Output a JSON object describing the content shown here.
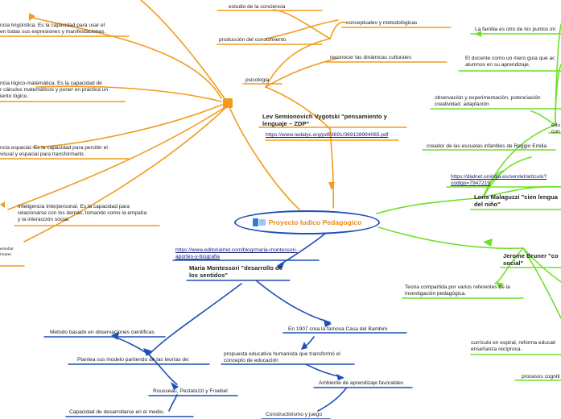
{
  "center": {
    "title": "Proyecto ludico Pedagogico",
    "icon": "document-icon"
  },
  "colors": {
    "orange": "#f29b1c",
    "blue": "#1f4fb8",
    "green": "#6fe02a"
  },
  "left": {
    "linguistica": "ncia lingüística. Es la capacidad para usar el\n en todas sus expresiones y manifestaciones.",
    "logico": "ncia lógico-matemática. Es la capacidad de\nr cálculos matemáticos y poner en práctica un\niento lógico.",
    "espacial": "ncia espacial. Es la capacidad para percibir el\n visual y espacial para transformarlo.",
    "interpersonal": "Inteligencia Interpersonal. Es la capacidad para\nrelacionarse con los demás, tomando como la empatía\ny la interacción social.",
    "estudiar": "estudiar\nimales"
  },
  "vygotsky": {
    "estudio": "estudio de la conciencia",
    "conceptuales": "conceptuales y metodológicas",
    "produccion": "producción del conocimiento",
    "dinamicas": "reconocer las dinámicas culturales",
    "psicologia": "psicologia",
    "title": "Lev Semionovich Vygotski \"pensamiento y\nlenguaje – ZDP\"",
    "link": "https://www.redalyc.org/pdf/3691/369138994065.pdf"
  },
  "montessori": {
    "link": "https://www.editorialmd.com/blog/maria-montessori-\naportes-y-biografia",
    "title": "Maria Montessori \"desarrollo de\nlos sentidos\"",
    "metodo": "Metodo basado en observaciones cientificas",
    "plantea": "Plantea sus modelo partiendo de las teorías de:",
    "rousseau": "Rousseau, Pestalozzi y Froebel",
    "capacidad": "Capacidad de desarrollarse en el medio.",
    "casa": "En 1907 crea la famosa Casa del Bambini",
    "propuesta": "propuesta educativa humanista que transformó el\nconcepto de educación",
    "ambiente": "Ambiente de aprendizaje favorables",
    "constructivismo": "Constructivismo y juego"
  },
  "right": {
    "familia": "La familia es otro de los puntos im",
    "docente": "El docente como un mero guía que ac\nalumnos en su aprendizaje,",
    "observacion": "observación y experimentación, potenciación\ncreatividad. adaptación",
    "edu": "edu\ncon",
    "creador": "creador de las escuelas infantiles de Reggio Emilia",
    "link": "https://dialnet.unirioja.es/servlet/articulo?\ncodigo=7947219",
    "malaguzzi": "Loris Malaguzzi \"cien lengua\ndel niño\"",
    "bruner": "Jerome Bruner \"co\nsocial\"",
    "teoria": "Teoria  compartida por varios referentes de la\ninvestigación pedagógica.",
    "curriculo": "currículo en espiral, reforma educati\nenseñanza recíproca.",
    "procesos": "procesos cogniti"
  }
}
